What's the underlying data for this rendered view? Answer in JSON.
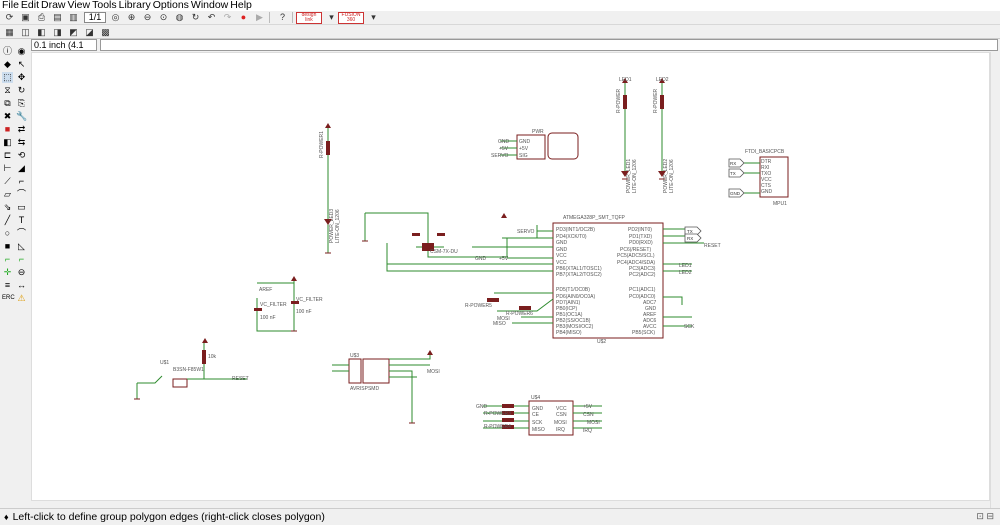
{
  "menu": [
    "File",
    "Edit",
    "Draw",
    "View",
    "Tools",
    "Library",
    "Options",
    "Window",
    "Help"
  ],
  "toolbar": {
    "sheet_selector": "1/1",
    "icons": [
      "open-icon",
      "save-icon",
      "print-icon",
      "cam-icon",
      "board-icon",
      "zoom-fit-icon",
      "zoom-in-icon",
      "zoom-out-icon",
      "zoom-sel-icon",
      "redraw-icon",
      "undo-icon",
      "redo-icon",
      "stop-icon",
      "go-icon",
      "help-icon",
      "design-link-icon",
      "design-link-dropdown-icon",
      "fusion-icon",
      "fusion-dropdown-icon"
    ],
    "design_link_label": "design\nlink",
    "fusion_label": "FUSION\n360"
  },
  "grid_size": "0.1 inch (4.1",
  "command_text": "",
  "status_message": "Left-click to define group polygon edges (right-click closes polygon)",
  "schematic": {
    "u2": {
      "title": "ATMEGA328P_SMT_TQFP",
      "ref": "U$2",
      "left_pins": [
        "PD3(INT1/OC2B)",
        "PD4(XCK/T0)",
        "GND",
        "GND",
        "VCC",
        "VCC",
        "PB6(XTAL1/TOSC1)",
        "PB7(XTAL2/TOSC2)"
      ],
      "left_pins2": [
        "PD5(T1/OC0B)",
        "PD6(AIN0/OC0A)",
        "PD7(AIN1)",
        "PB0(ICP)",
        "PB1(OC1A)",
        "PB2(SS/OC1B)",
        "PB3(MOSI/OC2)",
        "PB4(MISO)"
      ],
      "right_pins": [
        "PD2(INT0)",
        "PD1(TXD)",
        "PD0(RXD)",
        "PC6(/RESET)",
        "PC5(ADC5/SCL)",
        "PC4(ADC4/SDA)",
        "PC3(ADC3)",
        "PC2(ADC2)"
      ],
      "right_pins2": [
        "PC1(ADC1)",
        "PC0(ADC0)",
        "ADC7",
        "GND",
        "AREF",
        "ADC6",
        "AVCC",
        "PB5(SCK)"
      ]
    },
    "ftdi": {
      "title": "FTDI_BASICPCB",
      "ref": "MPU1",
      "pins": [
        "DTR",
        "RXI",
        "TXO",
        "VCC",
        "CTS",
        "GND"
      ]
    },
    "power_jack": {
      "ref": "PWR",
      "pins": [
        "GND",
        "+5V",
        "SIG"
      ],
      "nets": [
        "GND",
        "+5V",
        "SERVO"
      ]
    },
    "led1": {
      "name": "LED1",
      "resistor": "R-POWER",
      "label": "POWER_LED1",
      "pkg": "LITE-ON_1206"
    },
    "led2": {
      "name": "LED2",
      "resistor": "R-POWER",
      "label": "POWER_LED2",
      "pkg": "LITE-ON_1206"
    },
    "led_pwr": {
      "resistor": "R-POWER1",
      "label": "POWER_LED3",
      "pkg": "LITE-ON_1206"
    },
    "crystal": "CSM-7X-DU",
    "servo_net": "SERVO",
    "reset_net": "RESET",
    "gnd_label": "GND",
    "vcc_label": "+5V",
    "caps": {
      "c1": "VC_FILTER",
      "c1v": "100 nF",
      "c2": "VC_FILTER",
      "c2v": "100 nF",
      "aref": "AREF"
    },
    "button": {
      "ref": "U$1",
      "name": "B3SN-F85W1",
      "res": "10k"
    },
    "isp": {
      "ref": "U$3",
      "name": "AVRISPSMD",
      "net": "MOSI"
    },
    "radio": {
      "ref": "U$4",
      "left": [
        "GND",
        "CE",
        "SCK",
        "MISO"
      ],
      "right": [
        "VCC",
        "CSN",
        "MOSI",
        "IRQ"
      ],
      "nets_left": [
        "GND",
        "R-POWER3",
        "R-POWER4",
        "R-POWER4"
      ],
      "nets_right": [
        "+5V",
        "CSN",
        "MOSI",
        "IRQ"
      ],
      "label": "R-POWER3"
    },
    "misc_nets": {
      "rpower5": "R-POWER5",
      "rpower6": "R-POWER6",
      "mosi": "MOSI",
      "miso": "MISO",
      "sck": "SCK",
      "led1": "LED1",
      "led2": "LED2",
      "rx": "RX",
      "tx": "TX"
    }
  }
}
